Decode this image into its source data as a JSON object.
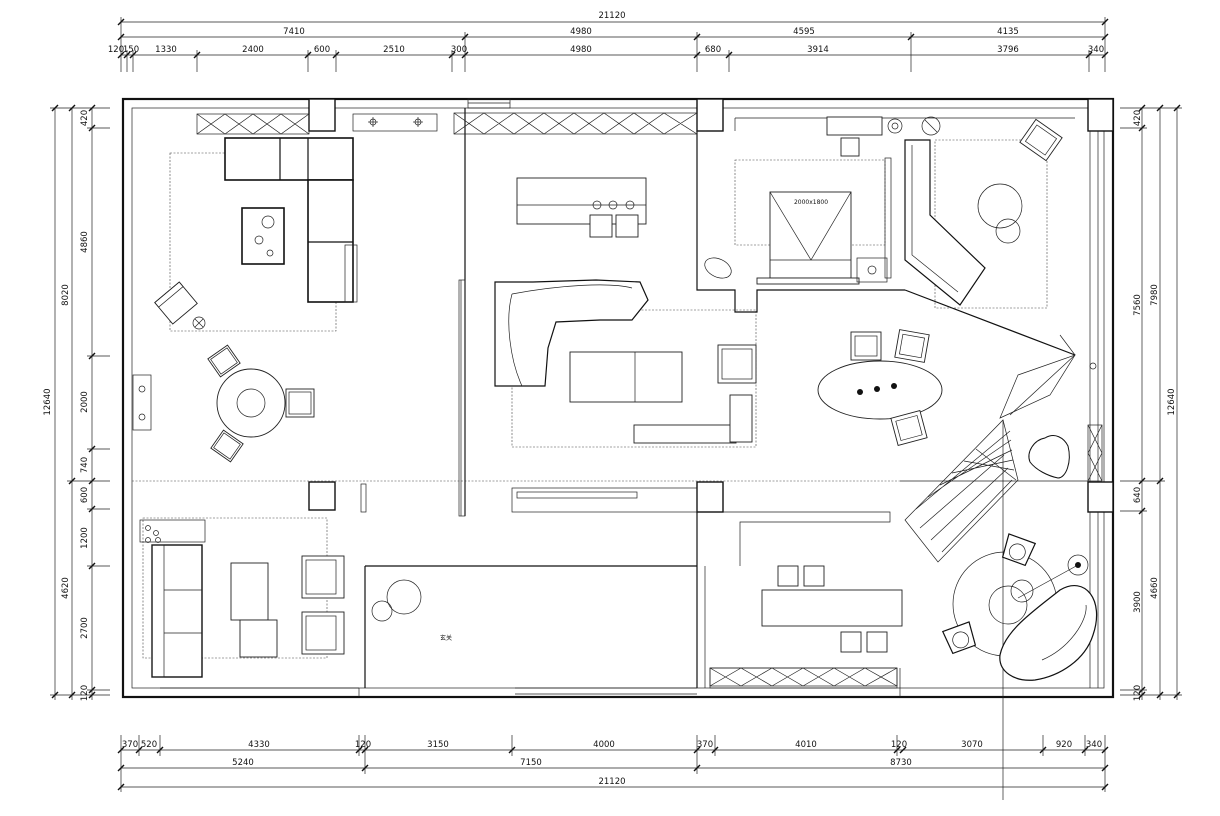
{
  "dims": {
    "top_total": "21120",
    "top_level1": [
      "7410",
      "4980",
      "4595",
      "4135"
    ],
    "top_level2": [
      "120",
      "150",
      "1330",
      "2400",
      "600",
      "2510",
      "300",
      "4980",
      "680",
      "3914",
      "3796",
      "340"
    ],
    "bottom_level1": [
      "370",
      "520",
      "4330",
      "120",
      "3150",
      "4000",
      "370",
      "4010",
      "120",
      "3070",
      "920",
      "340"
    ],
    "bottom_level2": [
      "5240",
      "7150",
      "8730"
    ],
    "bottom_total": "21120",
    "left_total": "12640",
    "left_level1": [
      "8020",
      "4620"
    ],
    "left_level2": [
      "420",
      "4860",
      "2000",
      "740",
      "600",
      "1200",
      "2700",
      "120"
    ],
    "right_level1": [
      "420",
      "7560",
      "640",
      "3900",
      "120"
    ],
    "right_level2": [
      "7980",
      "4660"
    ],
    "right_total": "12640"
  },
  "labels": {
    "bed_size": "2000x1800",
    "foyer": "玄关"
  }
}
